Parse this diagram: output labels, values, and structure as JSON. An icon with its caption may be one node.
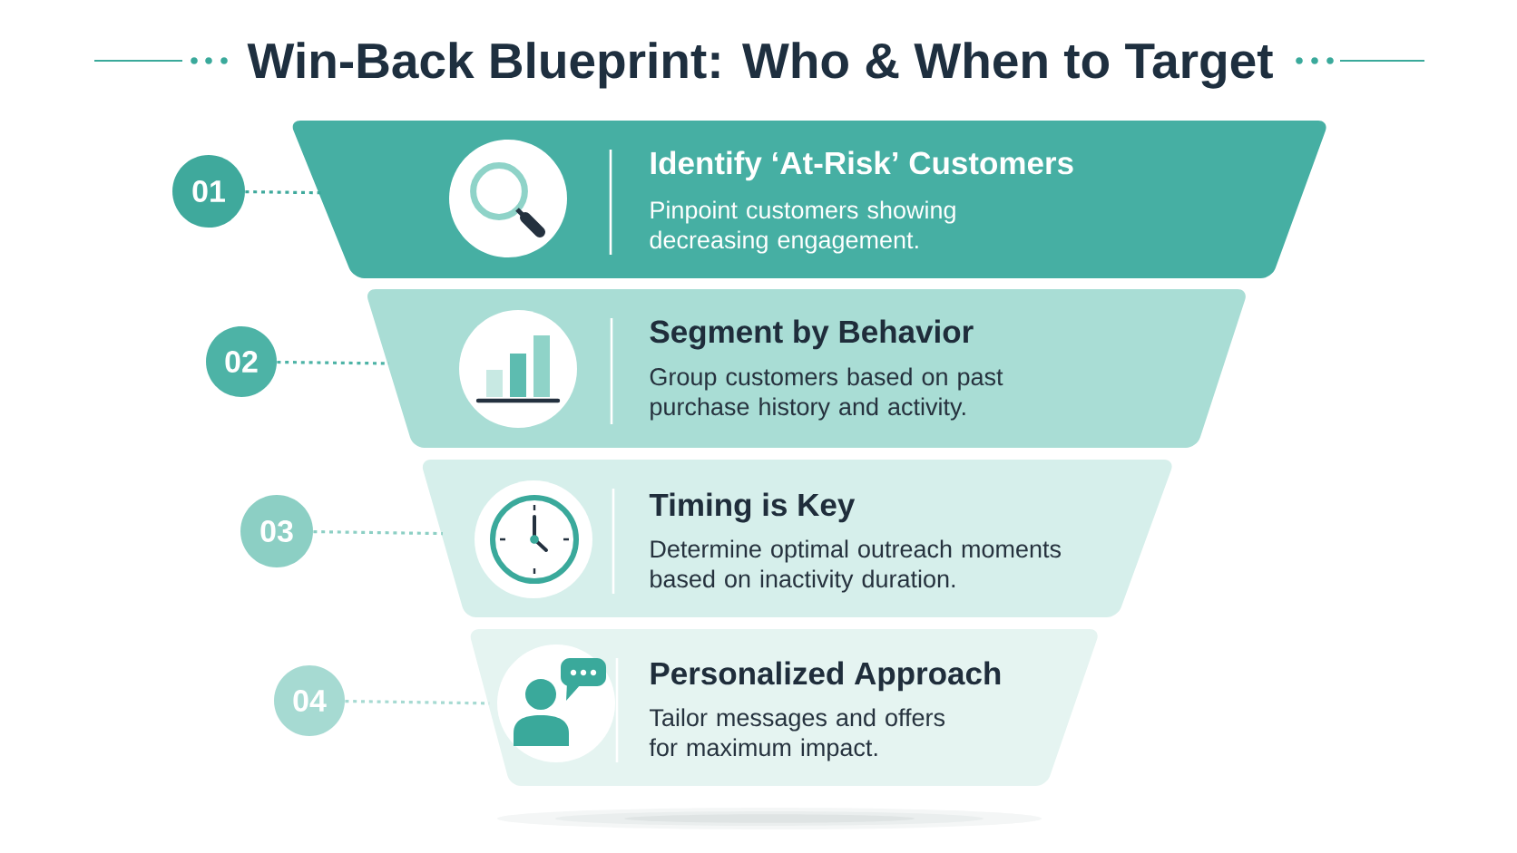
{
  "diagram": {
    "title": "Win-Back Blueprint: Who & When to Target",
    "nodes": [
      {
        "text": [
          "01"
        ]
      },
      {
        "text": [
          "Identify ‘At-Risk’ Customers",
          "Pinpoint customers showing decreasing engagement."
        ]
      },
      {
        "text": [
          "02"
        ]
      },
      {
        "text": [
          "Segment by Behavior",
          "Group customers based on past purchase history and activity."
        ]
      },
      {
        "text": [
          "03"
        ]
      },
      {
        "text": [
          "Timing is Key",
          "Determine optimal outreach moments based on inactivity duration."
        ]
      },
      {
        "text": [
          "04"
        ]
      },
      {
        "text": [
          "Personalized Approach",
          "Tailor messages and offers for maximum impact."
        ]
      }
    ],
    "edges": [
      {
        "from": 0,
        "to": 1,
        "arrow": "none",
        "style": "dashed",
        "color": "#3fa99c"
      },
      {
        "from": 2,
        "to": 3,
        "arrow": "none",
        "style": "dashed",
        "color": "#4db3a6"
      },
      {
        "from": 4,
        "to": 5,
        "arrow": "none",
        "style": "dashed",
        "color": "#8ccfc4"
      },
      {
        "from": 6,
        "to": 7,
        "arrow": "none",
        "style": "dashed",
        "color": "#a6dad2"
      }
    ]
  }
}
